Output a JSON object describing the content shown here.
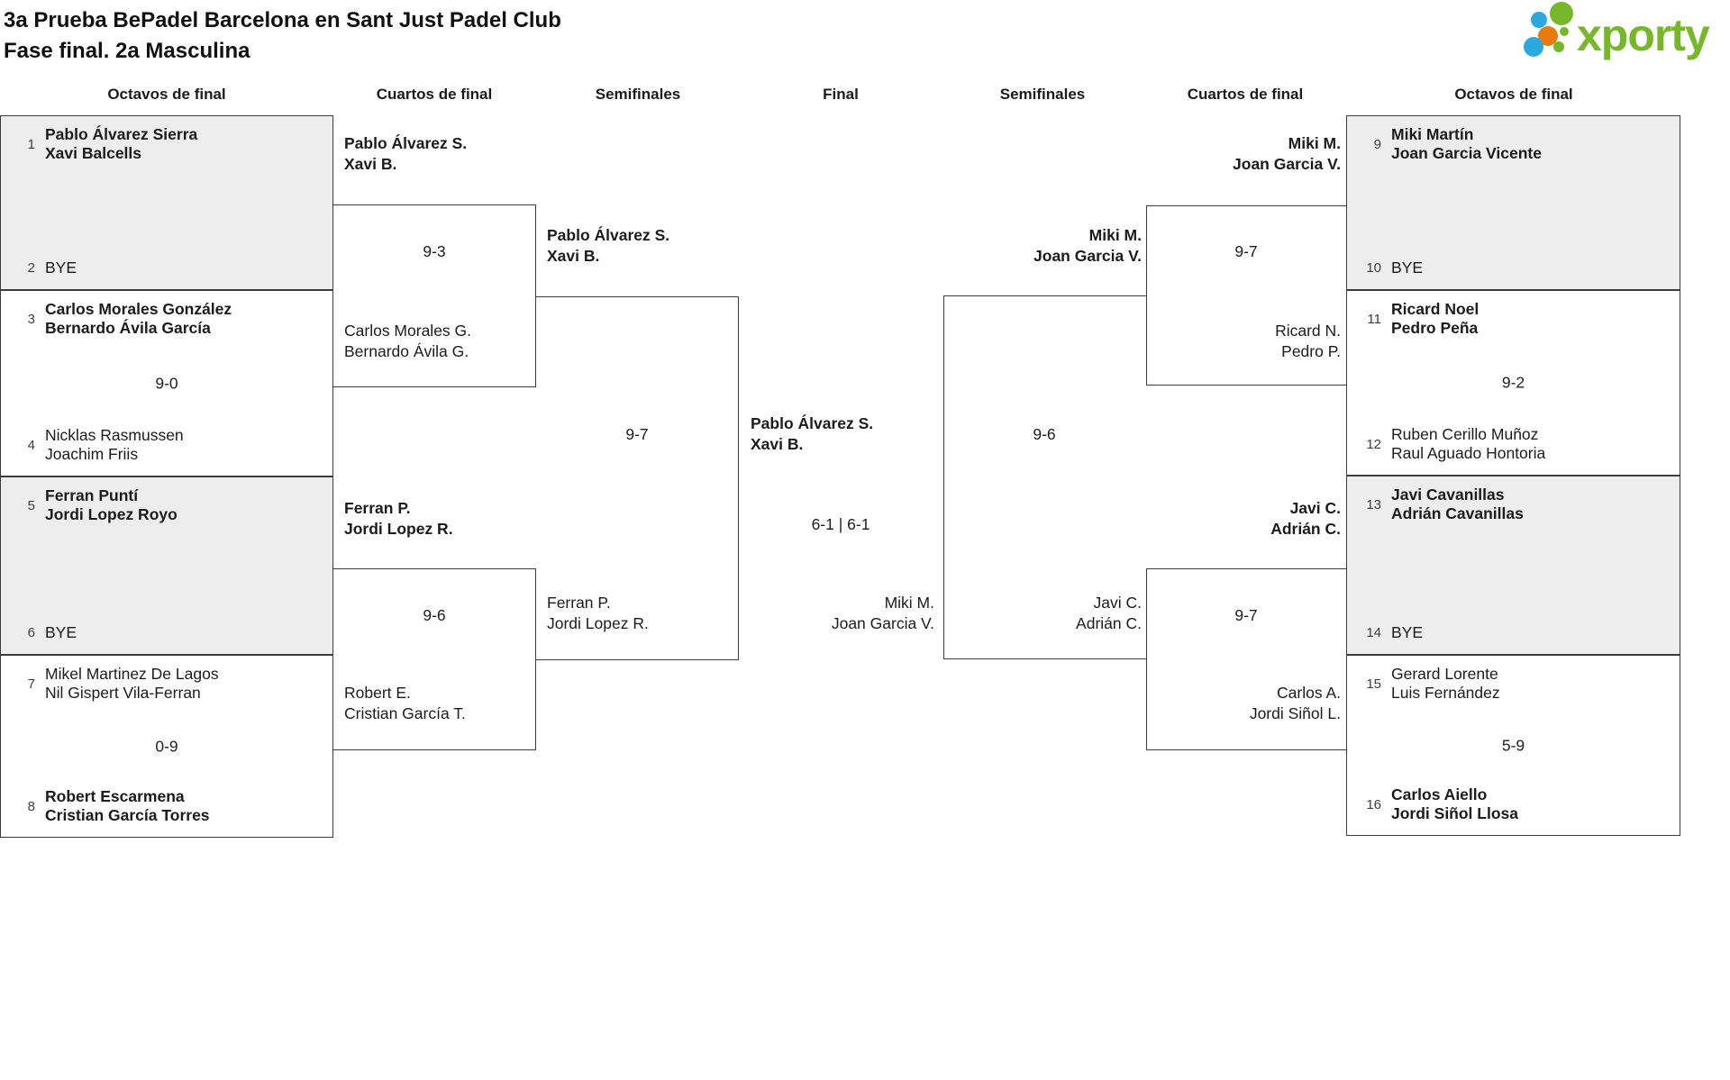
{
  "header": {
    "title_line1": "3a Prueba BePadel Barcelona en Sant Just Padel Club",
    "title_line2": "Fase final. 2a Masculina",
    "logo": {
      "text": "xporty",
      "green": "#76b82a",
      "blue": "#2aa9e0",
      "orange": "#e87a10"
    }
  },
  "rounds": [
    "Octavos de final",
    "Cuartos de final",
    "Semifinales",
    "Final",
    "Semifinales",
    "Cuartos de final",
    "Octavos de final"
  ],
  "octavos_left": [
    {
      "seed_top": "1",
      "top1": "Pablo Álvarez Sierra",
      "top2": "Xavi Balcells",
      "score": "",
      "seed_bottom": "2",
      "bot1": "BYE",
      "bot2": ""
    },
    {
      "seed_top": "3",
      "top1": "Carlos Morales González",
      "top2": "Bernardo Ávila García",
      "score": "9-0",
      "seed_bottom": "4",
      "bot1": "Nicklas Rasmussen",
      "bot2": "Joachim Friis"
    },
    {
      "seed_top": "5",
      "top1": "Ferran Puntí",
      "top2": "Jordi Lopez Royo",
      "score": "",
      "seed_bottom": "6",
      "bot1": "BYE",
      "bot2": ""
    },
    {
      "seed_top": "7",
      "top1": "Mikel Martinez De Lagos",
      "top2": "Nil Gispert Vila-Ferran",
      "score": "0-9",
      "seed_bottom": "8",
      "bot1": "Robert Escarmena",
      "bot2": "Cristian García Torres"
    }
  ],
  "octavos_right": [
    {
      "seed_top": "9",
      "top1": "Miki Martín",
      "top2": "Joan Garcia Vicente",
      "score": "",
      "seed_bottom": "10",
      "bot1": "BYE",
      "bot2": ""
    },
    {
      "seed_top": "11",
      "top1": "Ricard Noel",
      "top2": "Pedro Peña",
      "score": "9-2",
      "seed_bottom": "12",
      "bot1": "Ruben Cerillo Muñoz",
      "bot2": "Raul Aguado Hontoria"
    },
    {
      "seed_top": "13",
      "top1": "Javi Cavanillas",
      "top2": "Adrián Cavanillas",
      "score": "",
      "seed_bottom": "14",
      "bot1": "BYE",
      "bot2": ""
    },
    {
      "seed_top": "15",
      "top1": "Gerard Lorente",
      "top2": "Luis Fernández",
      "score": "5-9",
      "seed_bottom": "16",
      "bot1": "Carlos Aiello",
      "bot2": "Jordi Siñol Llosa"
    }
  ],
  "cuartos_left": [
    {
      "winner1": "Pablo Álvarez S.",
      "winner2": "Xavi B.",
      "score": "9-3",
      "loser1": "Carlos Morales G.",
      "loser2": "Bernardo Ávila G."
    },
    {
      "winner1": "Ferran P.",
      "winner2": "Jordi Lopez R.",
      "score": "9-6",
      "loser1": "Robert E.",
      "loser2": "Cristian García T."
    }
  ],
  "cuartos_right": [
    {
      "winner1": "Miki M.",
      "winner2": "Joan Garcia V.",
      "score": "9-7",
      "loser1": "Ricard N.",
      "loser2": "Pedro P."
    },
    {
      "winner1": "Javi C.",
      "winner2": "Adrián C.",
      "score": "9-7",
      "loser1": "Carlos A.",
      "loser2": "Jordi Siñol L."
    }
  ],
  "semifinal_left": {
    "winner1": "Pablo Álvarez S.",
    "winner2": "Xavi B.",
    "score": "9-7",
    "loser1": "Ferran P.",
    "loser2": "Jordi Lopez R."
  },
  "semifinal_right": {
    "winner1": "Miki M.",
    "winner2": "Joan Garcia V.",
    "score": "9-6",
    "loser1": "Javi C.",
    "loser2": "Adrián C."
  },
  "final": {
    "winner1": "Pablo Álvarez S.",
    "winner2": "Xavi B.",
    "score": "6-1 | 6-1",
    "loser1": "Miki M.",
    "loser2": "Joan Garcia V."
  }
}
